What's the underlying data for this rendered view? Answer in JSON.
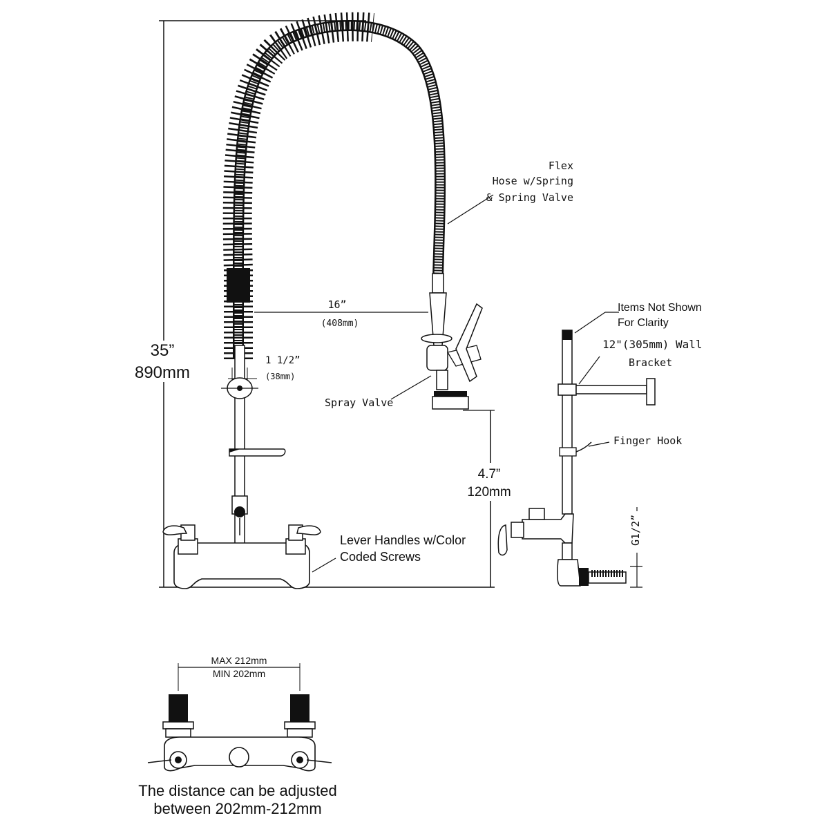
{
  "dimensions": {
    "height_in": "35”",
    "height_mm": "890mm",
    "reach_in": "16”",
    "reach_mm": "(408mm)",
    "offset_in": "1 1/2”",
    "offset_mm": "(38mm)",
    "clearance_in": "4.7”",
    "clearance_mm": "120mm",
    "thread": "G1/2”"
  },
  "callouts": {
    "flex_line1": "Flex",
    "flex_line2": "Hose w/Spring",
    "flex_line3": "& Spring Valve",
    "spray_valve": "Spray Valve",
    "items_line1": "Items Not Shown",
    "items_line2": "For Clarity",
    "wall_bracket_line1": "12\"(305mm) Wall",
    "wall_bracket_line2": "Bracket",
    "finger_hook": "Finger Hook",
    "lever_line1": "Lever Handles w/Color",
    "lever_line2": "Coded Screws"
  },
  "bottom": {
    "max": "MAX 212mm",
    "min": "MIN 202mm",
    "note_line1": "The distance can be adjusted",
    "note_line2": "between 202mm-212mm"
  }
}
